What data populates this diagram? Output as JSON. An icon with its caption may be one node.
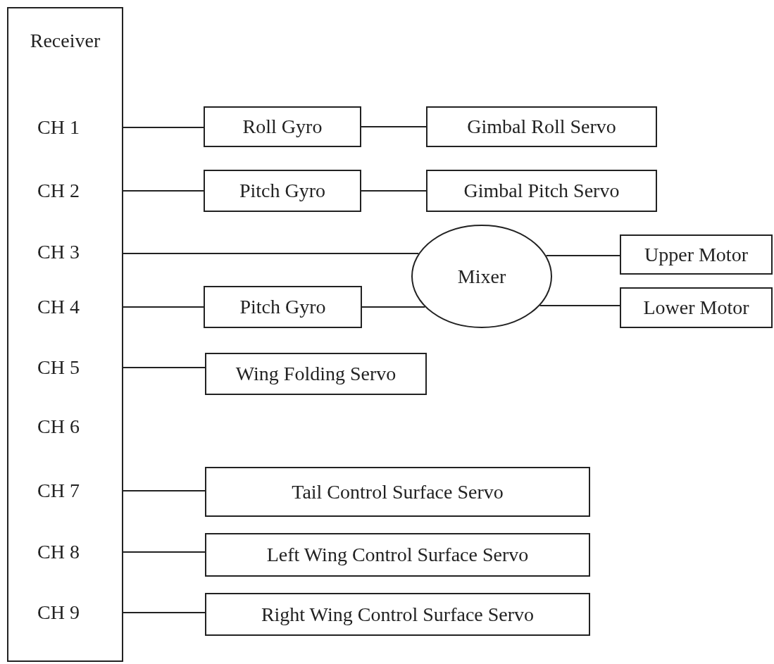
{
  "diagram": {
    "nodes": [
      {
        "text": [
          "Receiver"
        ]
      },
      {
        "text": [
          "CH 1"
        ],
        "in": 0
      },
      {
        "text": [
          "CH 2"
        ],
        "in": 0
      },
      {
        "text": [
          "CH 3"
        ],
        "in": 0
      },
      {
        "text": [
          "CH 4"
        ],
        "in": 0
      },
      {
        "text": [
          "CH 5"
        ],
        "in": 0
      },
      {
        "text": [
          "CH 6"
        ],
        "in": 0
      },
      {
        "text": [
          "CH 7"
        ],
        "in": 0
      },
      {
        "text": [
          "CH 8"
        ],
        "in": 0
      },
      {
        "text": [
          "CH 9"
        ],
        "in": 0
      },
      {
        "text": [
          "Roll Gyro"
        ]
      },
      {
        "text": [
          "Gimbal Roll Servo"
        ]
      },
      {
        "text": [
          "Pitch Gyro"
        ]
      },
      {
        "text": [
          "Gimbal Pitch Servo"
        ]
      },
      {
        "text": [
          "Mixer"
        ]
      },
      {
        "text": [
          "Upper Motor"
        ]
      },
      {
        "text": [
          "Pitch Gyro"
        ]
      },
      {
        "text": [
          "Lower Motor"
        ]
      },
      {
        "text": [
          "Wing Folding Servo"
        ]
      },
      {
        "text": [
          "Tail Control Surface Servo"
        ]
      },
      {
        "text": [
          "Left Wing Control Surface Servo"
        ]
      },
      {
        "text": [
          "Right Wing Control Surface Servo"
        ]
      }
    ],
    "edges": [
      {
        "from": 1,
        "to": 10,
        "arrow": "none"
      },
      {
        "from": 10,
        "to": 11,
        "arrow": "none"
      },
      {
        "from": 2,
        "to": 12,
        "arrow": "none"
      },
      {
        "from": 12,
        "to": 13,
        "arrow": "none"
      },
      {
        "from": 3,
        "to": 14,
        "arrow": "none"
      },
      {
        "from": 14,
        "to": 15,
        "arrow": "none"
      },
      {
        "from": 4,
        "to": 16,
        "arrow": "none"
      },
      {
        "from": 16,
        "to": 14,
        "arrow": "none"
      },
      {
        "from": 14,
        "to": 17,
        "arrow": "none"
      },
      {
        "from": 5,
        "to": 18,
        "arrow": "none"
      },
      {
        "from": 7,
        "to": 19,
        "arrow": "none"
      },
      {
        "from": 8,
        "to": 20,
        "arrow": "none"
      },
      {
        "from": 9,
        "to": 21,
        "arrow": "none"
      }
    ]
  }
}
